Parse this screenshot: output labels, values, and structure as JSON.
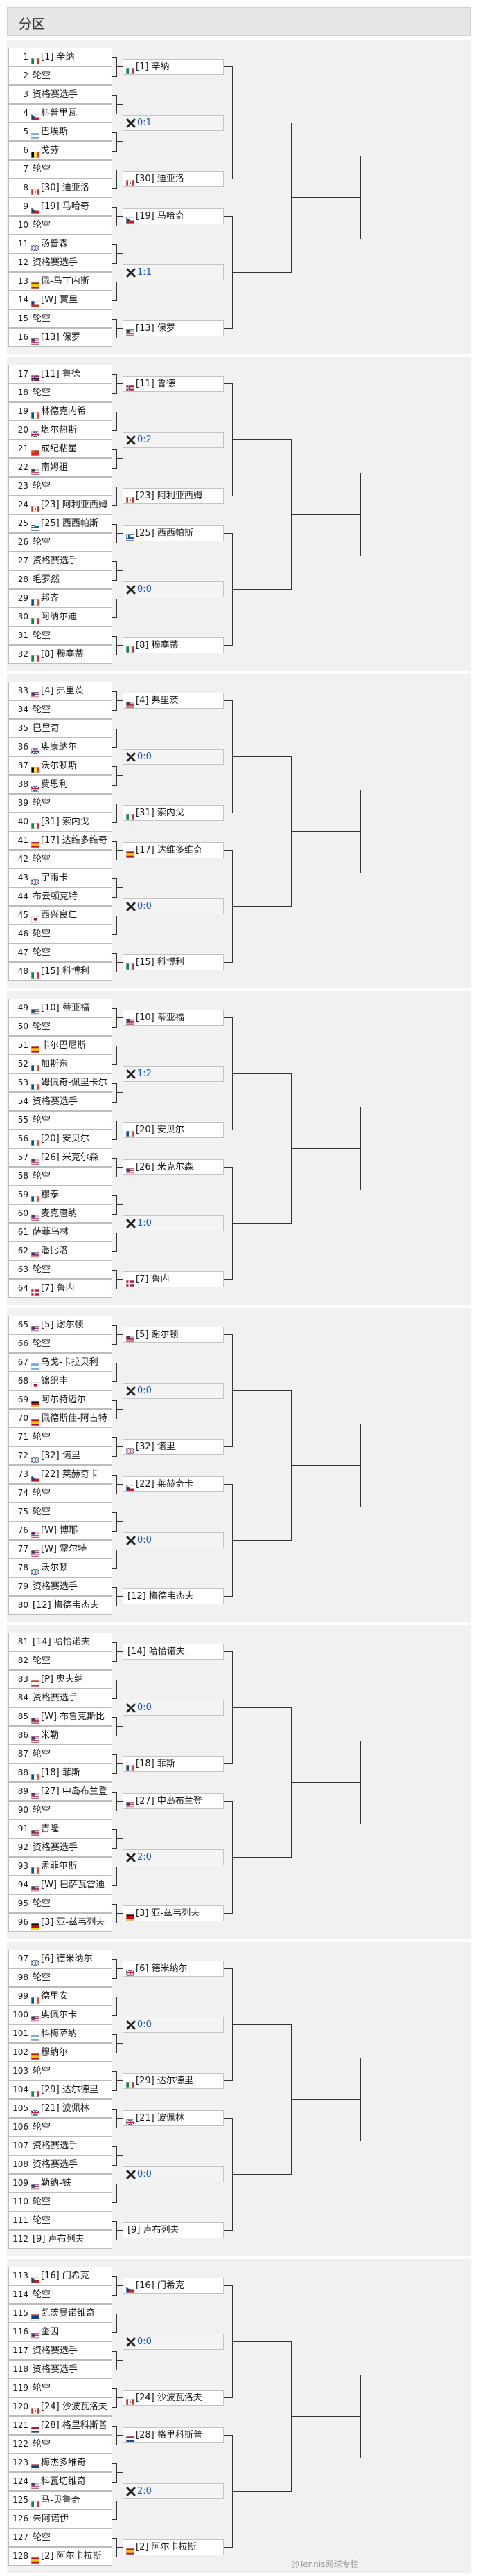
{
  "title": "分区",
  "watermark": "@Tennis网球专栏",
  "colors": {
    "header_bg": "#e6e6e6",
    "section_bg": "#f1f1f1",
    "score": "#1e56b8",
    "x_mark": "#222222",
    "line": "#333333"
  },
  "sections": [
    {
      "slots": [
        {
          "num": "1",
          "name": "[1] 辛纳",
          "flag": "ITA"
        },
        {
          "num": "2",
          "name": "轮空",
          "flag": ""
        },
        {
          "num": "3",
          "name": "资格赛选手",
          "flag": ""
        },
        {
          "num": "4",
          "name": "科普里瓦",
          "flag": "CZE"
        },
        {
          "num": "5",
          "name": "巴埃斯",
          "flag": "ARG"
        },
        {
          "num": "6",
          "name": "戈芬",
          "flag": "BEL"
        },
        {
          "num": "7",
          "name": "轮空",
          "flag": ""
        },
        {
          "num": "8",
          "name": "[30] 迪亚洛",
          "flag": "CAN"
        },
        {
          "num": "9",
          "name": "[19] 马哈奇",
          "flag": "CZE"
        },
        {
          "num": "10",
          "name": "轮空",
          "flag": ""
        },
        {
          "num": "11",
          "name": "汤普森",
          "flag": "AUS"
        },
        {
          "num": "12",
          "name": "资格赛选手",
          "flag": ""
        },
        {
          "num": "13",
          "name": "佩-马丁内斯",
          "flag": "ESP"
        },
        {
          "num": "14",
          "name": "[W] 賈里",
          "flag": "CHI"
        },
        {
          "num": "15",
          "name": "轮空",
          "flag": ""
        },
        {
          "num": "16",
          "name": "[13] 保罗",
          "flag": "USA"
        }
      ],
      "matches": [
        {
          "type": "player",
          "name": "[1] 辛纳",
          "flag": "ITA"
        },
        {
          "type": "score",
          "score": "0:1"
        },
        {
          "type": "player",
          "name": "[30] 迪亚洛",
          "flag": "CAN"
        },
        {
          "type": "player",
          "name": "[19] 马哈奇",
          "flag": "CZE"
        },
        {
          "type": "score",
          "score": "1:1"
        },
        {
          "type": "player",
          "name": "[13] 保罗",
          "flag": "USA"
        }
      ]
    },
    {
      "slots": [
        {
          "num": "17",
          "name": "[11] 鲁德",
          "flag": "NOR"
        },
        {
          "num": "18",
          "name": "轮空",
          "flag": ""
        },
        {
          "num": "19",
          "name": "林德克内希",
          "flag": "FRA"
        },
        {
          "num": "20",
          "name": "堪尔热斯",
          "flag": "GBR"
        },
        {
          "num": "21",
          "name": "成纪粘星",
          "flag": "CHN"
        },
        {
          "num": "22",
          "name": "南姆祖",
          "flag": "USA"
        },
        {
          "num": "23",
          "name": "轮空",
          "flag": ""
        },
        {
          "num": "24",
          "name": "[23] 阿利亚西姆",
          "flag": "CAN"
        },
        {
          "num": "25",
          "name": "[25] 西西帕斯",
          "flag": "GRE"
        },
        {
          "num": "26",
          "name": "轮空",
          "flag": ""
        },
        {
          "num": "27",
          "name": "资格赛选手",
          "flag": ""
        },
        {
          "num": "28",
          "name": "毛罗然",
          "flag": ""
        },
        {
          "num": "29",
          "name": "邦齐",
          "flag": "FRA"
        },
        {
          "num": "30",
          "name": "阿纳尔迪",
          "flag": "ITA"
        },
        {
          "num": "31",
          "name": "轮空",
          "flag": ""
        },
        {
          "num": "32",
          "name": "[8] 穆塞蒂",
          "flag": "ITA"
        }
      ],
      "matches": [
        {
          "type": "player",
          "name": "[11] 鲁德",
          "flag": "NOR"
        },
        {
          "type": "score",
          "score": "0:2"
        },
        {
          "type": "player",
          "name": "[23] 阿利亚西姆",
          "flag": "CAN"
        },
        {
          "type": "player",
          "name": "[25] 西西帕斯",
          "flag": "GRE"
        },
        {
          "type": "score",
          "score": "0:0"
        },
        {
          "type": "player",
          "name": "[8] 穆塞蒂",
          "flag": "ITA"
        }
      ]
    },
    {
      "slots": [
        {
          "num": "33",
          "name": "[4] 弗里茨",
          "flag": "USA"
        },
        {
          "num": "34",
          "name": "轮空",
          "flag": ""
        },
        {
          "num": "35",
          "name": "巴里奇",
          "flag": ""
        },
        {
          "num": "36",
          "name": "奥康纳尔",
          "flag": "AUS"
        },
        {
          "num": "37",
          "name": "沃尔顿斯",
          "flag": "BEL"
        },
        {
          "num": "38",
          "name": "费恩利",
          "flag": "GBR"
        },
        {
          "num": "39",
          "name": "轮空",
          "flag": ""
        },
        {
          "num": "40",
          "name": "[31] 索内戈",
          "flag": "ITA"
        },
        {
          "num": "41",
          "name": "[17] 达维多维奇",
          "flag": "ESP"
        },
        {
          "num": "42",
          "name": "轮空",
          "flag": ""
        },
        {
          "num": "43",
          "name": "宇雨卡",
          "flag": "AUS"
        },
        {
          "num": "44",
          "name": "布云顿克特",
          "flag": ""
        },
        {
          "num": "45",
          "name": "西兴良仁",
          "flag": "JPN"
        },
        {
          "num": "46",
          "name": "轮空",
          "flag": ""
        },
        {
          "num": "47",
          "name": "轮空",
          "flag": ""
        },
        {
          "num": "48",
          "name": "[15] 科博利",
          "flag": "ITA"
        }
      ],
      "matches": [
        {
          "type": "player",
          "name": "[4] 弗里茨",
          "flag": "USA"
        },
        {
          "type": "score",
          "score": "0:0"
        },
        {
          "type": "player",
          "name": "[31] 索内戈",
          "flag": "ITA"
        },
        {
          "type": "player",
          "name": "[17] 达维多维奇",
          "flag": "ESP"
        },
        {
          "type": "score",
          "score": "0:0"
        },
        {
          "type": "player",
          "name": "[15] 科博利",
          "flag": "ITA"
        }
      ]
    },
    {
      "slots": [
        {
          "num": "49",
          "name": "[10] 蒂亚福",
          "flag": "USA"
        },
        {
          "num": "50",
          "name": "轮空",
          "flag": ""
        },
        {
          "num": "51",
          "name": "卡尔巴尼斯",
          "flag": "ESP"
        },
        {
          "num": "52",
          "name": "加斯东",
          "flag": "FRA"
        },
        {
          "num": "53",
          "name": "姆佩奇-佩里卡尔",
          "flag": "FRA"
        },
        {
          "num": "54",
          "name": "资格赛选手",
          "flag": ""
        },
        {
          "num": "55",
          "name": "轮空",
          "flag": ""
        },
        {
          "num": "56",
          "name": "[20] 安贝尔",
          "flag": "FRA"
        },
        {
          "num": "57",
          "name": "[26] 米克尔森",
          "flag": "USA"
        },
        {
          "num": "58",
          "name": "轮空",
          "flag": ""
        },
        {
          "num": "59",
          "name": "穆泰",
          "flag": "FRA"
        },
        {
          "num": "60",
          "name": "麦克唐纳",
          "flag": "USA"
        },
        {
          "num": "61",
          "name": "萨菲乌林",
          "flag": ""
        },
        {
          "num": "62",
          "name": "潘比洛",
          "flag": "USA"
        },
        {
          "num": "63",
          "name": "轮空",
          "flag": ""
        },
        {
          "num": "64",
          "name": "[7] 鲁内",
          "flag": "DEN"
        }
      ],
      "matches": [
        {
          "type": "player",
          "name": "[10] 蒂亚福",
          "flag": "USA"
        },
        {
          "type": "score",
          "score": "1:2"
        },
        {
          "type": "player",
          "name": "[20] 安贝尔",
          "flag": "FRA"
        },
        {
          "type": "player",
          "name": "[26] 米克尔森",
          "flag": "USA"
        },
        {
          "type": "score",
          "score": "1:0"
        },
        {
          "type": "player",
          "name": "[7] 鲁内",
          "flag": "DEN"
        }
      ]
    },
    {
      "slots": [
        {
          "num": "65",
          "name": "[5] 谢尔顿",
          "flag": "USA"
        },
        {
          "num": "66",
          "name": "轮空",
          "flag": ""
        },
        {
          "num": "67",
          "name": "乌戈-卡拉贝利",
          "flag": "ARG"
        },
        {
          "num": "68",
          "name": "锦织圭",
          "flag": "JPN"
        },
        {
          "num": "69",
          "name": "阿尔特迈尔",
          "flag": "GER"
        },
        {
          "num": "70",
          "name": "佩德斯佳-阿古特",
          "flag": "ESP"
        },
        {
          "num": "71",
          "name": "轮空",
          "flag": ""
        },
        {
          "num": "72",
          "name": "[32] 诺里",
          "flag": "GBR"
        },
        {
          "num": "73",
          "name": "[22] 莱赫奇卡",
          "flag": "CZE"
        },
        {
          "num": "74",
          "name": "轮空",
          "flag": ""
        },
        {
          "num": "75",
          "name": "轮空",
          "flag": ""
        },
        {
          "num": "76",
          "name": "[W] 博耶",
          "flag": "USA"
        },
        {
          "num": "77",
          "name": "[W] 霍尔特",
          "flag": "USA"
        },
        {
          "num": "78",
          "name": "沃尔顿",
          "flag": "AUS"
        },
        {
          "num": "79",
          "name": "资格赛选手",
          "flag": ""
        },
        {
          "num": "80",
          "name": "[12] 梅德韦杰夫",
          "flag": ""
        }
      ],
      "matches": [
        {
          "type": "player",
          "name": "[5] 谢尔顿",
          "flag": "USA"
        },
        {
          "type": "score",
          "score": "0:0"
        },
        {
          "type": "player",
          "name": "[32] 诺里",
          "flag": "GBR"
        },
        {
          "type": "player",
          "name": "[22] 莱赫奇卡",
          "flag": "CZE"
        },
        {
          "type": "score",
          "score": "0:0"
        },
        {
          "type": "player",
          "name": "[12] 梅德韦杰夫",
          "flag": ""
        }
      ]
    },
    {
      "slots": [
        {
          "num": "81",
          "name": "[14] 哈恰诺夫",
          "flag": ""
        },
        {
          "num": "82",
          "name": "轮空",
          "flag": ""
        },
        {
          "num": "83",
          "name": "[P] 奥夫纳",
          "flag": "AUT"
        },
        {
          "num": "84",
          "name": "资格赛选手",
          "flag": ""
        },
        {
          "num": "85",
          "name": "[W] 布鲁克斯比",
          "flag": "USA"
        },
        {
          "num": "86",
          "name": "米勒",
          "flag": "USA"
        },
        {
          "num": "87",
          "name": "轮空",
          "flag": ""
        },
        {
          "num": "88",
          "name": "[18] 菲斯",
          "flag": "FRA"
        },
        {
          "num": "89",
          "name": "[27] 中岛布兰登",
          "flag": "USA"
        },
        {
          "num": "90",
          "name": "轮空",
          "flag": ""
        },
        {
          "num": "91",
          "name": "吉隆",
          "flag": "USA"
        },
        {
          "num": "92",
          "name": "资格赛选手",
          "flag": ""
        },
        {
          "num": "93",
          "name": "孟菲尔斯",
          "flag": "FRA"
        },
        {
          "num": "94",
          "name": "[W] 巴萨瓦雷迪",
          "flag": "USA"
        },
        {
          "num": "95",
          "name": "轮空",
          "flag": ""
        },
        {
          "num": "96",
          "name": "[3] 亚-兹韦列夫",
          "flag": "GER"
        }
      ],
      "matches": [
        {
          "type": "player",
          "name": "[14] 哈恰诺夫",
          "flag": ""
        },
        {
          "type": "score",
          "score": "0:0"
        },
        {
          "type": "player",
          "name": "[18] 菲斯",
          "flag": "FRA"
        },
        {
          "type": "player",
          "name": "[27] 中岛布兰登",
          "flag": "USA"
        },
        {
          "type": "score",
          "score": "2:0"
        },
        {
          "type": "player",
          "name": "[3] 亚-兹韦列夫",
          "flag": "GER"
        }
      ]
    },
    {
      "slots": [
        {
          "num": "97",
          "name": "[6] 德米纳尔",
          "flag": "AUS"
        },
        {
          "num": "98",
          "name": "轮空",
          "flag": ""
        },
        {
          "num": "99",
          "name": "德里安",
          "flag": "FRA"
        },
        {
          "num": "100",
          "name": "奥佩尔卡",
          "flag": "USA"
        },
        {
          "num": "101",
          "name": "科梅萨纳",
          "flag": "ARG"
        },
        {
          "num": "102",
          "name": "穆纳尔",
          "flag": "ESP"
        },
        {
          "num": "103",
          "name": "轮空",
          "flag": ""
        },
        {
          "num": "104",
          "name": "[29] 达尔德里",
          "flag": "ITA"
        },
        {
          "num": "105",
          "name": "[21] 波佩林",
          "flag": "AUS"
        },
        {
          "num": "106",
          "name": "轮空",
          "flag": ""
        },
        {
          "num": "107",
          "name": "资格赛选手",
          "flag": ""
        },
        {
          "num": "108",
          "name": "资格赛选手",
          "flag": ""
        },
        {
          "num": "109",
          "name": "勒纳-铁",
          "flag": "USA"
        },
        {
          "num": "110",
          "name": "轮空",
          "flag": ""
        },
        {
          "num": "111",
          "name": "轮空",
          "flag": ""
        },
        {
          "num": "112",
          "name": "[9] 卢布列夫",
          "flag": ""
        }
      ],
      "matches": [
        {
          "type": "player",
          "name": "[6] 德米纳尔",
          "flag": "AUS"
        },
        {
          "type": "score",
          "score": "0:0"
        },
        {
          "type": "player",
          "name": "[29] 达尔德里",
          "flag": "ITA"
        },
        {
          "type": "player",
          "name": "[21] 波佩林",
          "flag": "AUS"
        },
        {
          "type": "score",
          "score": "0:0"
        },
        {
          "type": "player",
          "name": "[9] 卢布列夫",
          "flag": ""
        }
      ]
    },
    {
      "slots": [
        {
          "num": "113",
          "name": "[16] 门希克",
          "flag": "CZE"
        },
        {
          "num": "114",
          "name": "轮空",
          "flag": ""
        },
        {
          "num": "115",
          "name": "凯茨曼诺维奇",
          "flag": "SRB"
        },
        {
          "num": "116",
          "name": "奎因",
          "flag": "USA"
        },
        {
          "num": "117",
          "name": "资格赛选手",
          "flag": ""
        },
        {
          "num": "118",
          "name": "资格赛选手",
          "flag": ""
        },
        {
          "num": "119",
          "name": "轮空",
          "flag": ""
        },
        {
          "num": "120",
          "name": "[24] 沙波瓦洛夫",
          "flag": "CAN"
        },
        {
          "num": "121",
          "name": "[28] 格里科斯普",
          "flag": "NED"
        },
        {
          "num": "122",
          "name": "轮空",
          "flag": ""
        },
        {
          "num": "123",
          "name": "梅杰多维奇",
          "flag": "SRB"
        },
        {
          "num": "124",
          "name": "科瓦切维奇",
          "flag": "USA"
        },
        {
          "num": "125",
          "name": "马-贝鲁奇",
          "flag": "ITA"
        },
        {
          "num": "126",
          "name": "朱阿诺伊",
          "flag": ""
        },
        {
          "num": "127",
          "name": "轮空",
          "flag": ""
        },
        {
          "num": "128",
          "name": "[2] 阿尔卡拉斯",
          "flag": "ESP"
        }
      ],
      "matches": [
        {
          "type": "player",
          "name": "[16] 门希克",
          "flag": "CZE"
        },
        {
          "type": "score",
          "score": "0:0"
        },
        {
          "type": "player",
          "name": "[24] 沙波瓦洛夫",
          "flag": "CAN"
        },
        {
          "type": "player",
          "name": "[28] 格里科斯普",
          "flag": "NED"
        },
        {
          "type": "score",
          "score": "2:0"
        },
        {
          "type": "player",
          "name": "[2] 阿尔卡拉斯",
          "flag": "ESP"
        }
      ]
    }
  ]
}
